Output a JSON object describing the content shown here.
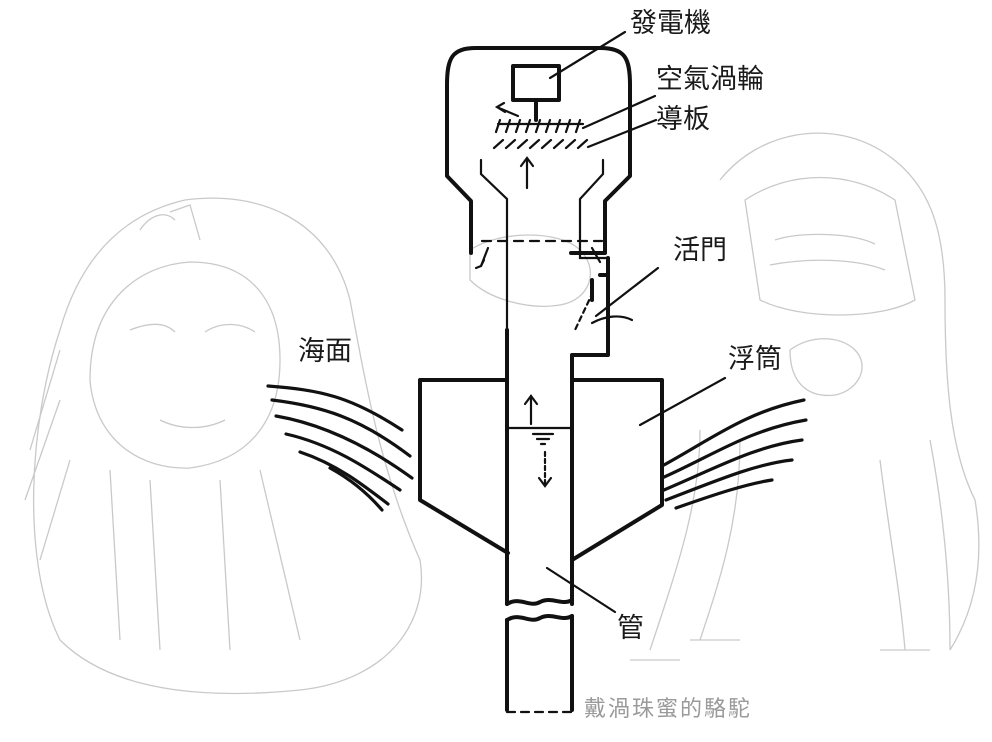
{
  "labels": {
    "generator": "發電機",
    "air_turbine": "空氣渦輪",
    "guide_plate": "導板",
    "valve": "活門",
    "sea_surface": "海面",
    "float": "浮筒",
    "pipe": "管"
  },
  "watermark": "戴渦珠蜜的駱駝",
  "colors": {
    "ink": "#111111",
    "background": "#ffffff",
    "sketch": "#c9c9c9",
    "watermark": "#9a9a9a"
  }
}
